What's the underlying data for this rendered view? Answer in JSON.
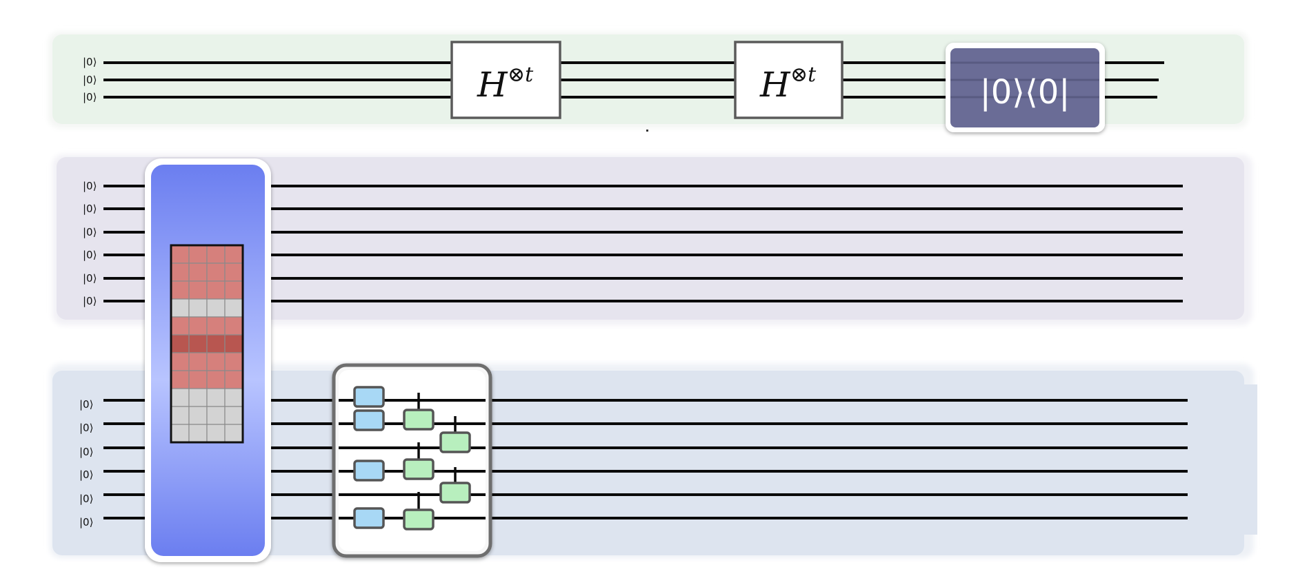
{
  "colors": {
    "panel_top": "#e9f3ea",
    "panel_mid": "#e6e4ee",
    "panel_bottom": "#dde4ef",
    "wire": "#0a0a0a",
    "gate_border": "#5a5a5a",
    "projector_fill": "#6a6c96",
    "encoder_top": "#6b7ef0",
    "encoder_mid": "#b8c4ff",
    "grid_red": "#d6807c",
    "grid_dark_red": "#b85650",
    "grid_gray": "#d3d3d3",
    "single_qubit_gate": "#a8d8f5",
    "two_qubit_gate": "#b8efbe"
  },
  "ket_label": "|0⟩",
  "top_register": {
    "qubit_labels": [
      "|0⟩",
      "|0⟩",
      "|0⟩"
    ],
    "gates": [
      {
        "name": "hadamard-gate-1",
        "label": "H",
        "superscript": "⊗t"
      },
      {
        "name": "hadamard-gate-2",
        "label": "H",
        "superscript": "⊗t"
      }
    ],
    "projector": {
      "label": "|0⟩⟨0|"
    }
  },
  "middle_register": {
    "qubit_labels": [
      "|0⟩",
      "|0⟩",
      "|0⟩",
      "|0⟩",
      "|0⟩",
      "|0⟩"
    ]
  },
  "bottom_register": {
    "qubit_labels": [
      "|0⟩",
      "|0⟩",
      "|0⟩",
      "|0⟩",
      "|0⟩",
      "|0⟩"
    ]
  },
  "encoder": {
    "grid_rows": [
      "red",
      "red",
      "red",
      "gray",
      "red",
      "dark_red",
      "red",
      "red",
      "gray",
      "gray",
      "gray"
    ]
  }
}
